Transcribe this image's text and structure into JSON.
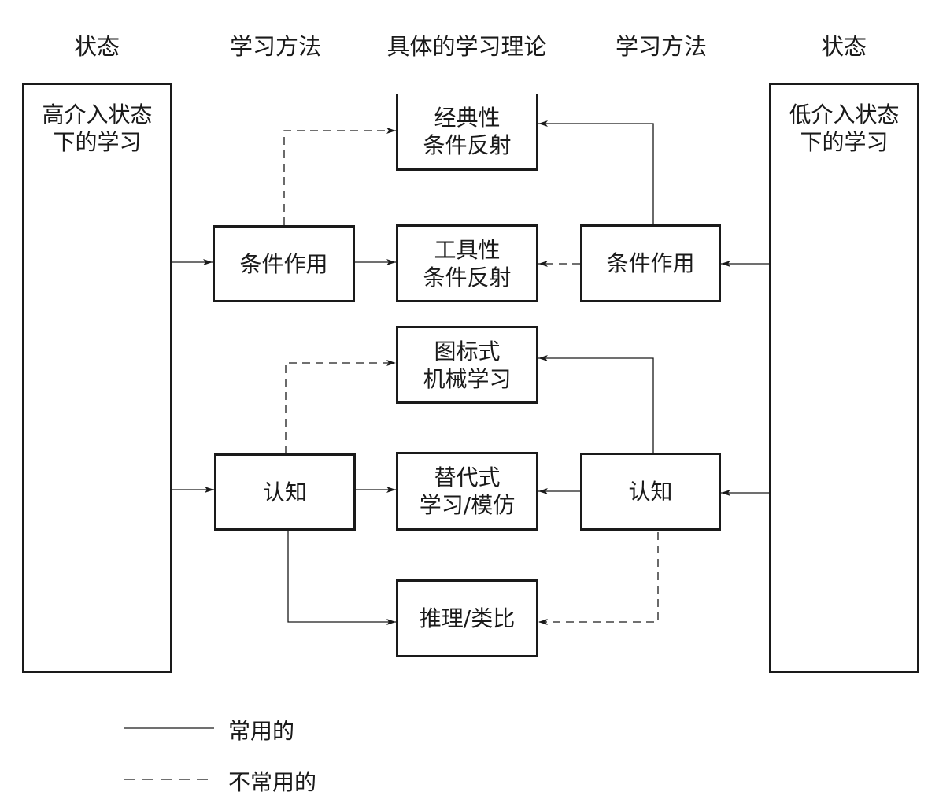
{
  "headers": {
    "state_left": "状态",
    "method_left": "学习方法",
    "theory": "具体的学习理论",
    "method_right": "学习方法",
    "state_right": "状态"
  },
  "states": {
    "high": {
      "line1": "高介入状态",
      "line2": "下的学习"
    },
    "low": {
      "line1": "低介入状态",
      "line2": "下的学习"
    }
  },
  "methods": {
    "conditioning_left": "条件作用",
    "conditioning_right": "条件作用",
    "cognition_left": "认知",
    "cognition_right": "认知"
  },
  "theories": {
    "classical": {
      "line1": "经典性",
      "line2": "条件反射"
    },
    "instrumental": {
      "line1": "工具性",
      "line2": "条件反射"
    },
    "iconic": {
      "line1": "图标式",
      "line2": "机械学习"
    },
    "vicarious": {
      "line1": "替代式",
      "line2": "学习/模仿"
    },
    "reasoning": "推理/类比"
  },
  "legend": {
    "solid": "常用的",
    "dashed": "不常用的"
  }
}
